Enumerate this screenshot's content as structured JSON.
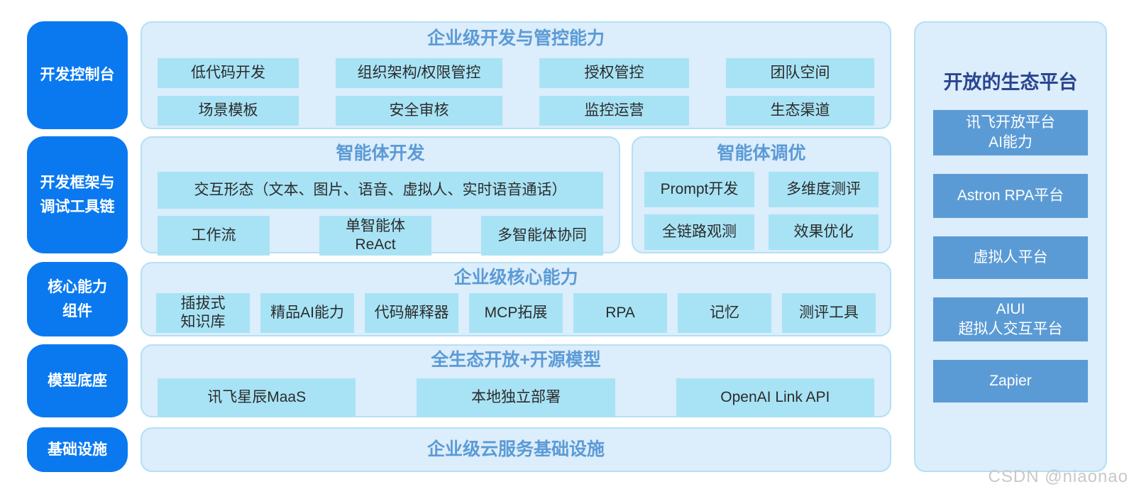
{
  "sidebar": {
    "items": [
      {
        "label": "开发控制台"
      },
      {
        "label": "开发框架与\n调试工具链"
      },
      {
        "label": "核心能力\n组件"
      },
      {
        "label": "模型底座"
      },
      {
        "label": "基础设施"
      }
    ]
  },
  "panel_dev_control": {
    "title": "企业级开发与管控能力",
    "items": [
      "低代码开发",
      "组织架构/权限管控",
      "授权管控",
      "团队空间",
      "场景模板",
      "安全审核",
      "监控运营",
      "生态渠道"
    ]
  },
  "panel_agent_dev": {
    "title": "智能体开发",
    "wide_item": "交互形态（文本、图片、语音、虚拟人、实时语音通话）",
    "items": [
      "工作流",
      "单智能体\nReAct",
      "多智能体协同"
    ]
  },
  "panel_agent_tuning": {
    "title": "智能体调优",
    "items": [
      "Prompt开发",
      "多维度测评",
      "全链路观测",
      "效果优化"
    ]
  },
  "panel_core": {
    "title": "企业级核心能力",
    "items": [
      "插拔式\n知识库",
      "精品AI能力",
      "代码解释器",
      "MCP拓展",
      "RPA",
      "记忆",
      "测评工具"
    ]
  },
  "panel_model": {
    "title": "全生态开放+开源模型",
    "items": [
      "讯飞星辰MaaS",
      "本地独立部署",
      "OpenAI Link API"
    ]
  },
  "panel_cloud": {
    "title": "企业级云服务基础设施"
  },
  "ecosystem": {
    "title": "开放的生态平台",
    "items": [
      "讯飞开放平台\nAI能力",
      "Astron RPA平台",
      "虚拟人平台",
      "AIUI\n超拟人交互平台",
      "Zapier"
    ]
  },
  "watermark": "CSDN @niaonao",
  "colors": {
    "sidebar_blue": "#0a79f0",
    "panel_bg": "#dcedfb",
    "panel_border": "#b3e0f6",
    "item_bg": "#a8e3f5",
    "panel_title_blue": "#5b9bd5",
    "eco_box_blue": "#5b9bd5",
    "eco_title_navy": "#2b4590",
    "item_text": "#2b2b2b",
    "watermark_gray": "#c8c8c8"
  }
}
